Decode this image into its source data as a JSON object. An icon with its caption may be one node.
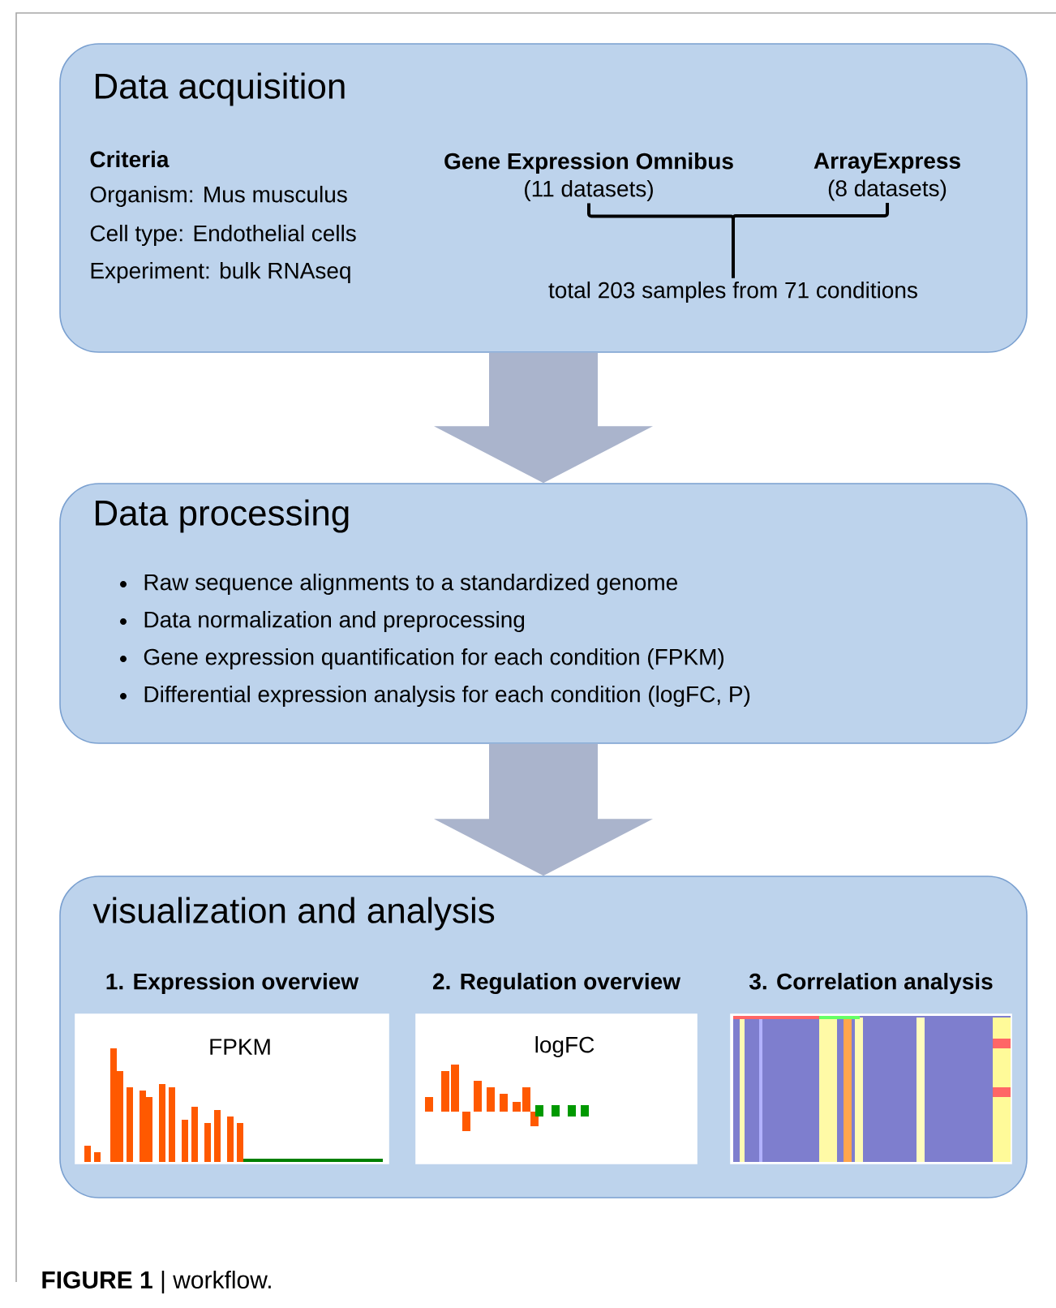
{
  "diagram": {
    "nodes": [
      {
        "text": [
          "Data acquisition",
          "Criteria",
          "Organism: Mus musculus",
          "Cell type: Endothelial cells",
          "Experiment: bulk RNAseq"
        ]
      },
      {
        "text": [
          "Gene Expression Omnibus",
          "(11 datasets)"
        ],
        "in": 0
      },
      {
        "text": [
          "ArrayExpress",
          "(8 datasets)"
        ],
        "in": 0
      },
      {
        "text": [
          "total 203 samples from 71 conditions"
        ],
        "in": 0
      },
      {
        "text": [
          "Data processing",
          "Raw sequence alignments to a standardized genome",
          "Data normalization and preprocessing",
          "Gene expression quantification for each condition (FPKM)",
          "Differential expression analysis for each condition (logFC, P)"
        ]
      },
      {
        "text": [
          "visualization and analysis"
        ]
      },
      {
        "text": [
          "1. Expression overview",
          "FPKM"
        ],
        "in": 5
      },
      {
        "text": [
          "2. Regulation overview",
          "logFC"
        ],
        "in": 5
      },
      {
        "text": [
          "3. Correlation analysis"
        ],
        "in": 5
      }
    ],
    "edges": [
      {
        "from": 1,
        "to": 3,
        "arrow": "none"
      },
      {
        "from": 2,
        "to": 3,
        "arrow": "none"
      },
      {
        "from": 0,
        "to": 4,
        "arrow": "to",
        "style": "thick",
        "color": "#aab4cc"
      },
      {
        "from": 4,
        "to": 5,
        "arrow": "to",
        "style": "thick",
        "color": "#aab4cc"
      }
    ],
    "caption": "**FIGURE 1** | workflow."
  }
}
